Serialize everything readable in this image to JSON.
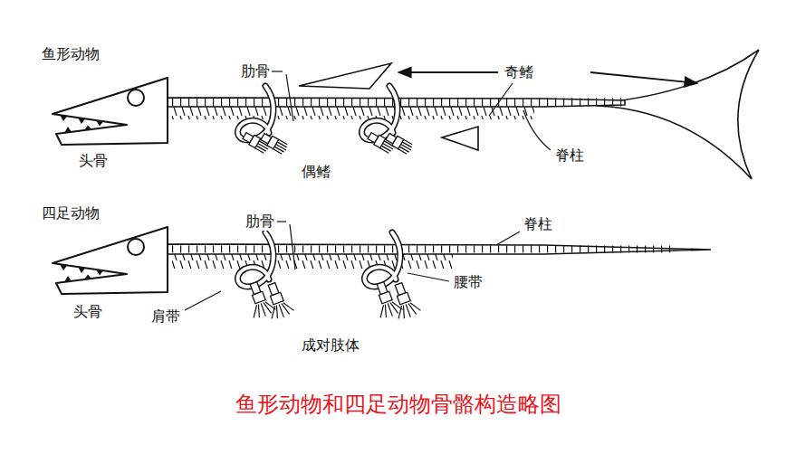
{
  "diagram": {
    "caption": "鱼形动物和四足动物骨骼构造略图",
    "labels": [
      "鱼形动物",
      "肋骨",
      "奇鳍",
      "头骨",
      "偶鳍",
      "脊柱",
      "四足动物",
      "肋骨",
      "脊柱",
      "头骨",
      "肩带",
      "腰带",
      "成对肢体"
    ]
  }
}
